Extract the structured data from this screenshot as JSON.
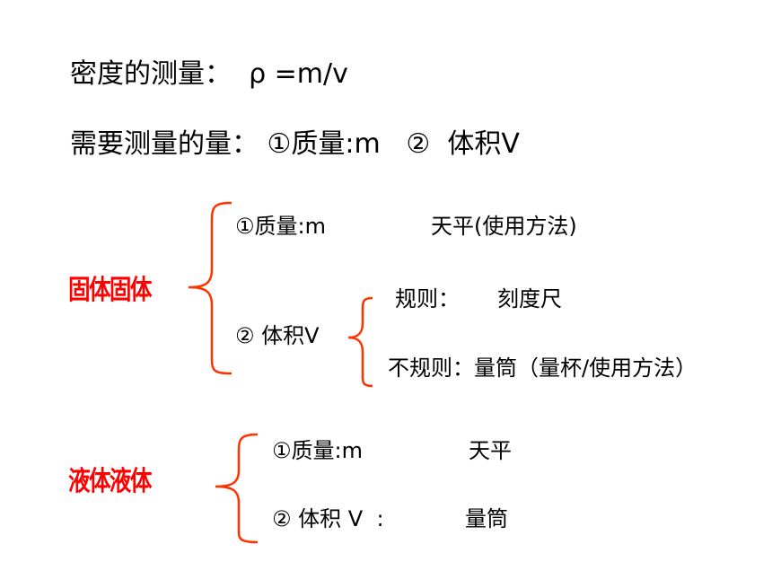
{
  "slide": {
    "formula_line": "密度的测量：  ρ =m/v",
    "needs_line": "需要测量的量： ①质量:m   ②  体积V"
  },
  "solid": {
    "label": "固体固体",
    "mass": "①质量:m",
    "mass_tool": "天平(使用方法)",
    "volume": "② 体积V",
    "regular": "规则：",
    "regular_tool": "刻度尺",
    "irregular": "不规则：量筒（量杯/使用方法）"
  },
  "liquid": {
    "label": "液体液体",
    "mass": "①质量:m",
    "mass_tool": "天平",
    "volume": "② 体积 V  :",
    "volume_tool": "量筒"
  },
  "colors": {
    "brace": "#ff3300",
    "label": "#ff0000",
    "text": "#000000"
  }
}
